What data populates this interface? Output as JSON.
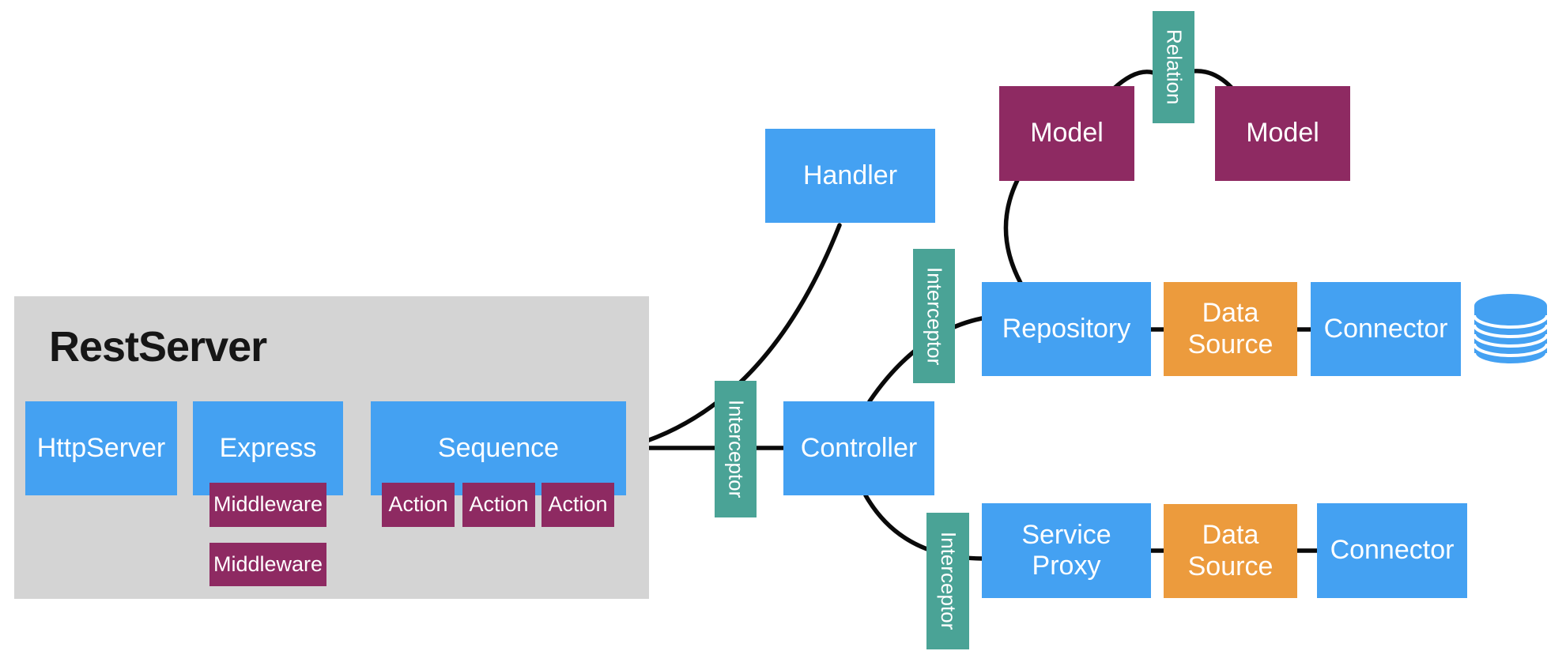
{
  "title": "RestServer",
  "nodes": {
    "httpserver": "HttpServer",
    "express": "Express",
    "sequence": "Sequence",
    "middleware": "Middleware",
    "action": "Action",
    "interceptor": "Interceptor",
    "handler": "Handler",
    "controller": "Controller",
    "repository": "Repository",
    "datasource": "Data Source",
    "connector": "Connector",
    "model": "Model",
    "relation": "Relation",
    "serviceproxy": "Service Proxy"
  },
  "icons": {
    "database": "database-cylinder-icon"
  },
  "colors": {
    "blue": "#44a1f2",
    "berry": "#8e2a62",
    "teal": "#4aa396",
    "orange": "#ec9b3d",
    "gray": "#d4d4d4",
    "edge": "#0a0a0a",
    "label": "#ffffff",
    "title": "#161616"
  }
}
